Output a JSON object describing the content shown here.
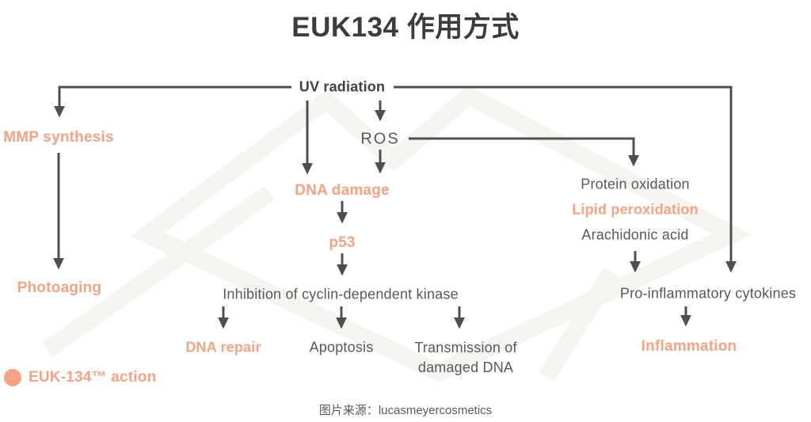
{
  "title": "EUK134 作用方式",
  "nodes": {
    "uv_radiation": "UV radiation",
    "ros": "ROS",
    "mmp_synthesis": "MMP synthesis",
    "photoaging": "Photoaging",
    "dna_damage": "DNA damage",
    "p53": "p53",
    "inhibition": "Inhibition of cyclin-dependent kinase",
    "dna_repair": "DNA repair",
    "apoptosis": "Apoptosis",
    "transmission": "Transmission of\ndamaged DNA",
    "protein_oxidation": "Protein oxidation",
    "lipid_peroxidation": "Lipid peroxidation",
    "arachidonic_acid": "Arachidonic acid",
    "pro_inflammatory": "Pro-inflammatory cytokines",
    "inflammation": "Inflammation"
  },
  "legend": {
    "label": "EUK-134™ action"
  },
  "caption": "图片来源：lucasmeyercosmetics",
  "colors": {
    "accent": "#f5a285",
    "line": "#4f4f4f",
    "text": "#57585a",
    "title": "#3c3c3c",
    "watermark": "#f5f4f1"
  }
}
